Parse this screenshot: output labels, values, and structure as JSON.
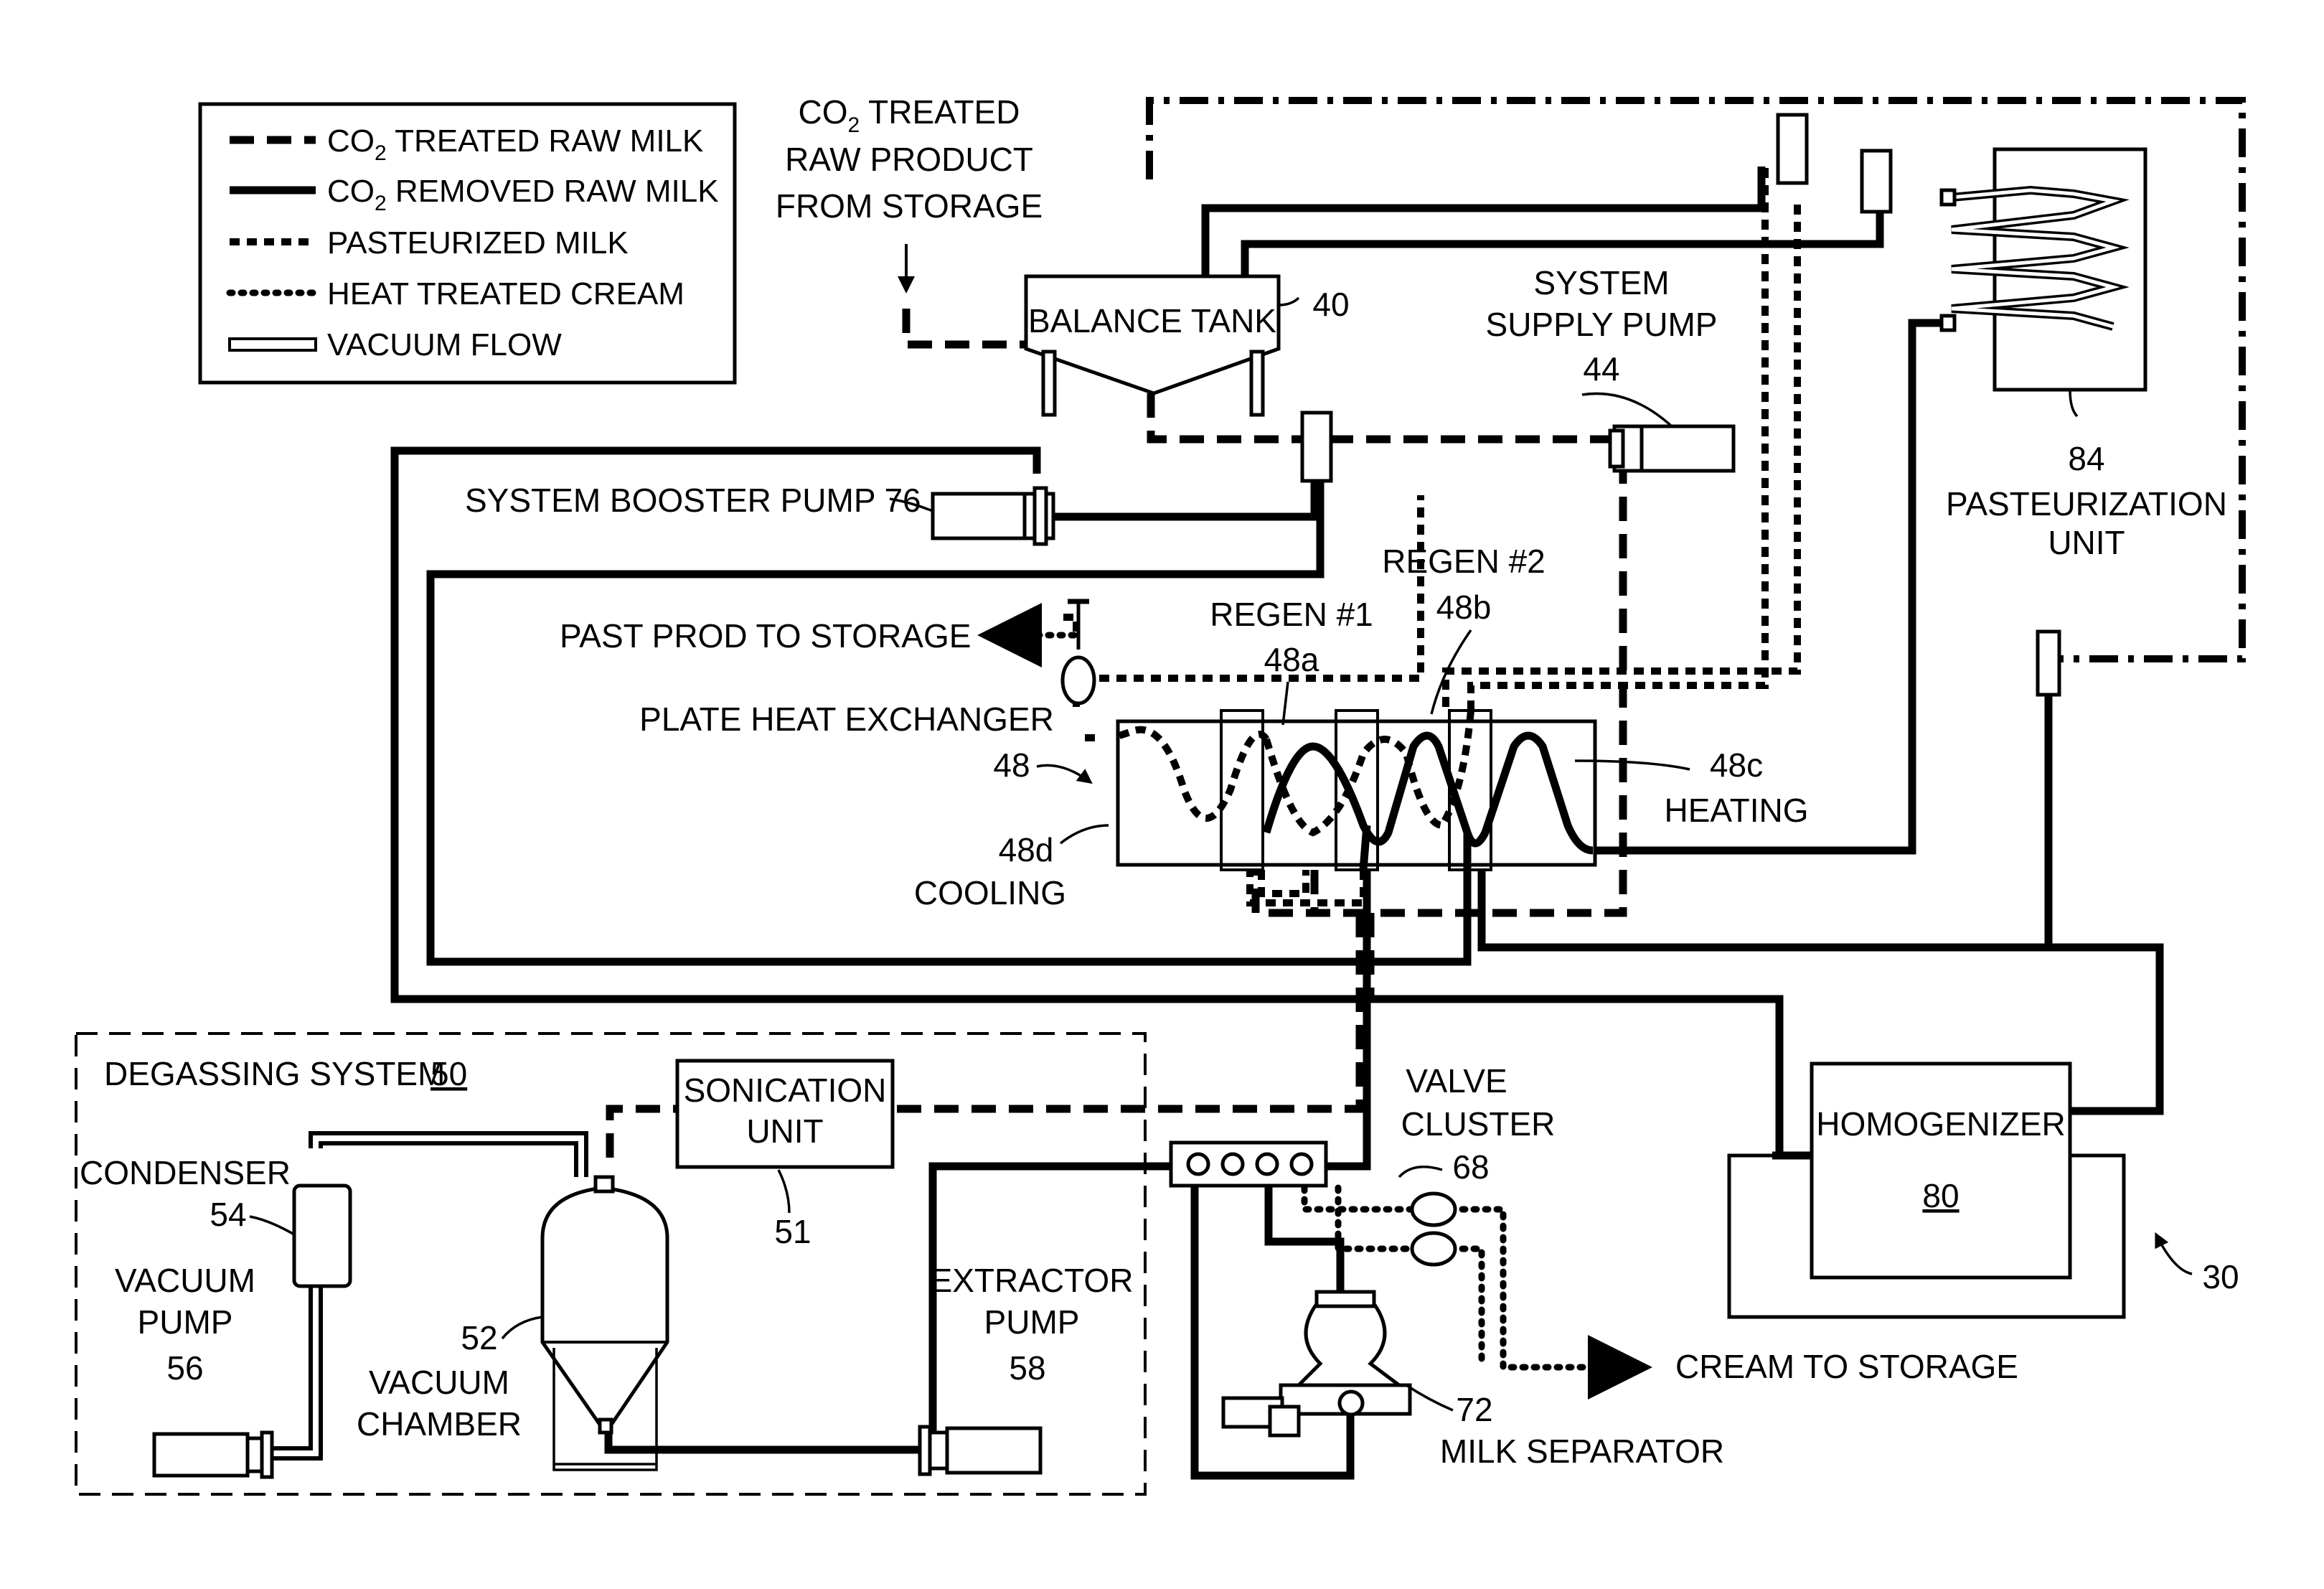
{
  "legend": {
    "items": [
      {
        "prefix": "CO",
        "subscript": "2",
        "text": " TREATED RAW MILK"
      },
      {
        "prefix": "CO",
        "subscript": "2",
        "text": " REMOVED RAW MILK"
      },
      {
        "prefix": "",
        "subscript": "",
        "text": "PASTEURIZED MILK"
      },
      {
        "prefix": "",
        "subscript": "",
        "text": "HEAT TREATED CREAM"
      },
      {
        "prefix": "",
        "subscript": "",
        "text": "VACUUM FLOW"
      }
    ]
  },
  "labels": {
    "co2_source": {
      "line1_prefix": "CO",
      "line1_sub": "2",
      "line1_text": " TREATED",
      "line2": "RAW PRODUCT",
      "line3": "FROM STORAGE"
    },
    "balance_tank": "BALANCE TANK",
    "balance_tank_ref": "40",
    "supply_pump": {
      "line1": "SYSTEM",
      "line2": "SUPPLY PUMP",
      "ref": "44"
    },
    "pasteurization": {
      "ref": "84",
      "line1": "PASTEURIZATION",
      "line2": "UNIT"
    },
    "booster_pump": "SYSTEM BOOSTER PUMP 76",
    "past_prod": "PAST PROD TO STORAGE",
    "regen1": {
      "line1": "REGEN #1",
      "ref": "48a"
    },
    "regen2": {
      "line1": "REGEN #2",
      "ref": "48b"
    },
    "plate_hx": "PLATE HEAT EXCHANGER",
    "plate_hx_ref": "48",
    "heating": {
      "ref": "48c",
      "line1": "HEATING"
    },
    "cooling": {
      "ref": "48d",
      "line1": "COOLING"
    },
    "degassing": "DEGASSING SYSTEM",
    "degassing_ref": "50",
    "sonication": {
      "line1": "SONICATION",
      "line2": "UNIT",
      "ref": "51"
    },
    "condenser": {
      "line1": "CONDENSER",
      "ref": "54"
    },
    "vacuum_pump": {
      "line1": "VACUUM",
      "line2": "PUMP",
      "ref": "56"
    },
    "vacuum_chamber": {
      "ref": "52",
      "line1": "VACUUM",
      "line2": "CHAMBER"
    },
    "extractor_pump": {
      "line1": "EXTRACTOR",
      "line2": "PUMP",
      "ref": "58"
    },
    "valve_cluster": {
      "line1": "VALVE",
      "line2": "CLUSTER",
      "ref": "68"
    },
    "homogenizer": {
      "line1": "HOMOGENIZER",
      "ref": "80"
    },
    "cream": "CREAM TO STORAGE",
    "separator": {
      "ref": "72",
      "line1": "MILK SEPARATOR"
    },
    "system_ref": "30"
  }
}
